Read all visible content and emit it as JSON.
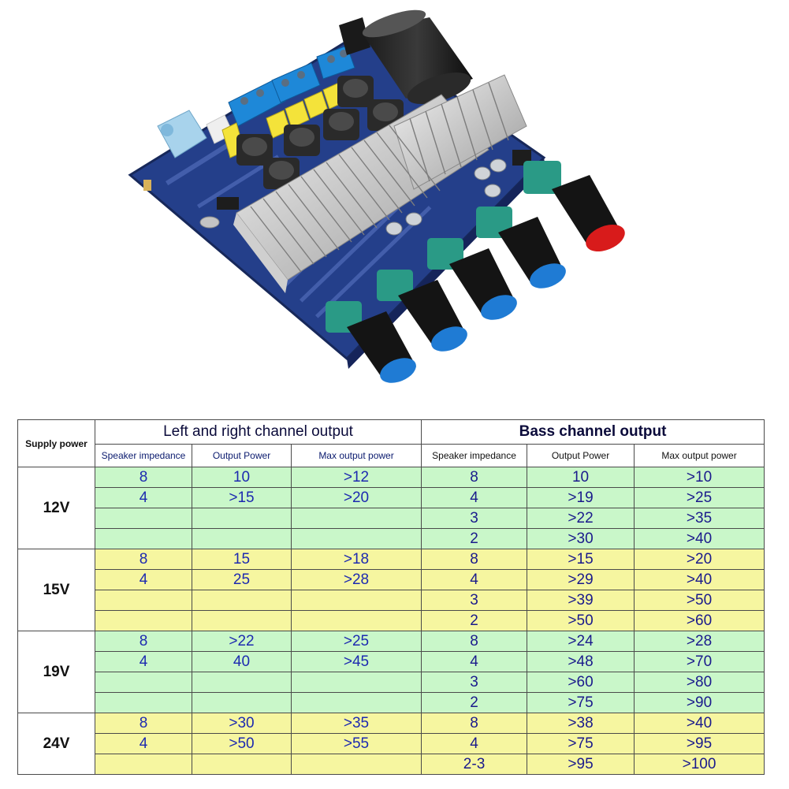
{
  "photo": {
    "subject": "amplifier-board-photo"
  },
  "table": {
    "supply_header": "Supply power",
    "lr_header": "Left and right channel output",
    "bass_header": "Bass channel output",
    "lr_columns": [
      "Speaker impedance",
      "Output Power",
      "Max output power"
    ],
    "bass_columns": [
      "Speaker impedance",
      "Output Power",
      "Max output power"
    ],
    "groups": [
      {
        "voltage": "12V",
        "shade": "g",
        "rows": [
          {
            "lr": [
              "8",
              "10",
              ">12"
            ],
            "bass": [
              "8",
              "10",
              ">10"
            ]
          },
          {
            "lr": [
              "4",
              ">15",
              ">20"
            ],
            "bass": [
              "4",
              ">19",
              ">25"
            ]
          },
          {
            "lr": [
              "",
              "",
              ""
            ],
            "bass": [
              "3",
              ">22",
              ">35"
            ]
          },
          {
            "lr": [
              "",
              "",
              ""
            ],
            "bass": [
              "2",
              ">30",
              ">40"
            ]
          }
        ]
      },
      {
        "voltage": "15V",
        "shade": "y",
        "rows": [
          {
            "lr": [
              "8",
              "15",
              ">18"
            ],
            "bass": [
              "8",
              ">15",
              ">20"
            ]
          },
          {
            "lr": [
              "4",
              "25",
              ">28"
            ],
            "bass": [
              "4",
              ">29",
              ">40"
            ]
          },
          {
            "lr": [
              "",
              "",
              ""
            ],
            "bass": [
              "3",
              ">39",
              ">50"
            ]
          },
          {
            "lr": [
              "",
              "",
              ""
            ],
            "bass": [
              "2",
              ">50",
              ">60"
            ]
          }
        ]
      },
      {
        "voltage": "19V",
        "shade": "g",
        "rows": [
          {
            "lr": [
              "8",
              ">22",
              ">25"
            ],
            "bass": [
              "8",
              ">24",
              ">28"
            ]
          },
          {
            "lr": [
              "4",
              "40",
              ">45"
            ],
            "bass": [
              "4",
              ">48",
              ">70"
            ]
          },
          {
            "lr": [
              "",
              "",
              ""
            ],
            "bass": [
              "3",
              ">60",
              ">80"
            ]
          },
          {
            "lr": [
              "",
              "",
              ""
            ],
            "bass": [
              "2",
              ">75",
              ">90"
            ]
          }
        ]
      },
      {
        "voltage": "24V",
        "shade": "y",
        "rows": [
          {
            "lr": [
              "8",
              ">30",
              ">35"
            ],
            "bass": [
              "8",
              ">38",
              ">40"
            ]
          },
          {
            "lr": [
              "4",
              ">50",
              ">55"
            ],
            "bass": [
              "4",
              ">75",
              ">95"
            ]
          },
          {
            "lr": [
              "",
              "",
              ""
            ],
            "bass": [
              "2-3",
              ">95",
              ">100"
            ]
          }
        ]
      }
    ]
  }
}
